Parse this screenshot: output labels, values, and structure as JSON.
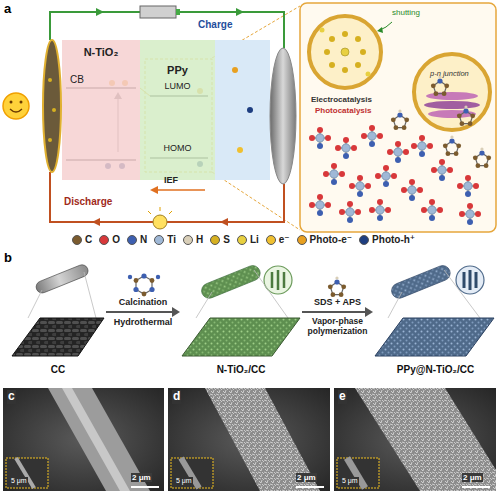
{
  "diagram": {
    "nodes": [
      {
        "text": [
          "N-TiO₂",
          "CB"
        ]
      },
      {
        "text": [
          "PPy",
          "LUMO",
          "HOMO"
        ]
      },
      {
        "text": [
          "CC"
        ]
      },
      {
        "text": [
          "N-TiO₂/CC"
        ]
      },
      {
        "text": [
          "PPy@N-TiO₂/CC"
        ]
      }
    ],
    "edges": [
      {
        "from": 2,
        "to": 3,
        "arrow": "to",
        "label": "Calcination"
      },
      {
        "from": 3,
        "to": 4,
        "arrow": "to",
        "label": "SDS + APS"
      }
    ],
    "labels": [
      "a",
      "Charge",
      "Discharge",
      "IEF",
      "shutting",
      "Electrocatalysis",
      "Photocatalysis",
      "p-n junction",
      "b",
      "Hydrothermal",
      "Vapor-phase polymerization",
      "c",
      "d",
      "e",
      "2 μm",
      "5 μm",
      "2 μm",
      "5 μm",
      "2 μm",
      "5 μm"
    ],
    "legend": [
      {
        "text": "C",
        "color": "#7b5b2e"
      },
      {
        "text": "O",
        "color": "#d8383a"
      },
      {
        "text": "N",
        "color": "#3d5fb0"
      },
      {
        "text": "Ti",
        "color": "#9fb8d6"
      },
      {
        "text": "H",
        "color": "#d9cfb8"
      },
      {
        "text": "S",
        "color": "#d6b020"
      },
      {
        "text": "Li",
        "color": "#e8d040"
      },
      {
        "text": "e⁻",
        "color": "#f0c030"
      },
      {
        "text": "Photo-e⁻",
        "color": "#e8a020"
      },
      {
        "text": "Photo-h⁺",
        "color": "#1e3e80"
      }
    ]
  }
}
